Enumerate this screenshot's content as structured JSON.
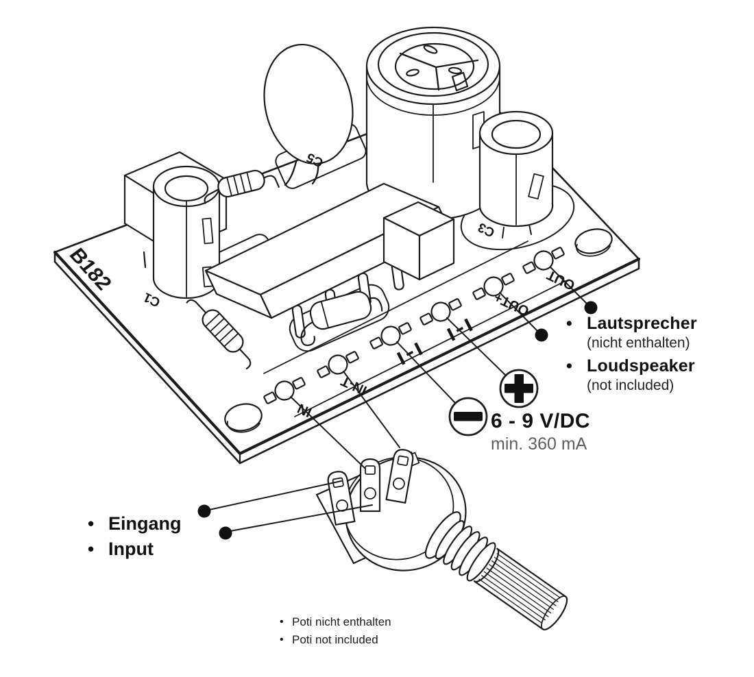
{
  "board": {
    "label": "B182",
    "component_labels": {
      "c1": "C1",
      "c3": "C3",
      "c5": "C5"
    },
    "pads": [
      {
        "label": "IN"
      },
      {
        "label": "IN-T"
      },
      {
        "label": "-"
      },
      {
        "label": "+"
      },
      {
        "label": "OUT+"
      },
      {
        "label": "OUT"
      }
    ]
  },
  "annotations": {
    "bullet": "•",
    "speaker": {
      "title_de": "Lautsprecher",
      "note_de": "(nicht enthalten)",
      "title_en": "Loudspeaker",
      "note_en": "(not included)"
    },
    "power": {
      "minus_symbol": "−",
      "plus_symbol": "+",
      "voltage": "6 - 9 V/DC",
      "current": "min. 360 mA"
    },
    "input": {
      "label_de": "Eingang",
      "label_en": "Input"
    },
    "poti": {
      "note_de": "Poti nicht enthalten",
      "note_en": "Poti not included"
    }
  },
  "colors": {
    "ink": "#1c1c1c",
    "text": "#111111",
    "muted_text": "#5e5e5e",
    "background": "#ffffff"
  }
}
